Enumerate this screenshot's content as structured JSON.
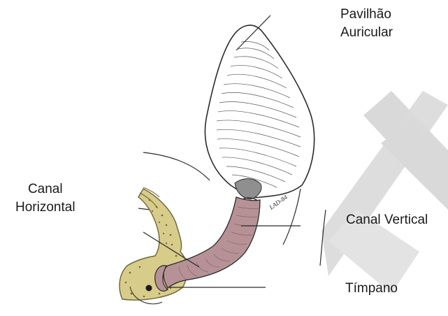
{
  "labels": {
    "pavilhao_line1": "Pavilhão",
    "pavilhao_line2": "Auricular",
    "canal_horizontal_line1": "Canal",
    "canal_horizontal_line2": "Horizontal",
    "canal_vertical": "Canal Vertical",
    "timpano": "Tímpano"
  },
  "signature": "LAD-84",
  "colors": {
    "canal": "#b69296",
    "canal_dark": "#8a6266",
    "bone": "#d8cc8a",
    "bone_outline": "#6b6338",
    "ink": "#2a2a2a",
    "watermark": "#d9d9d9"
  }
}
